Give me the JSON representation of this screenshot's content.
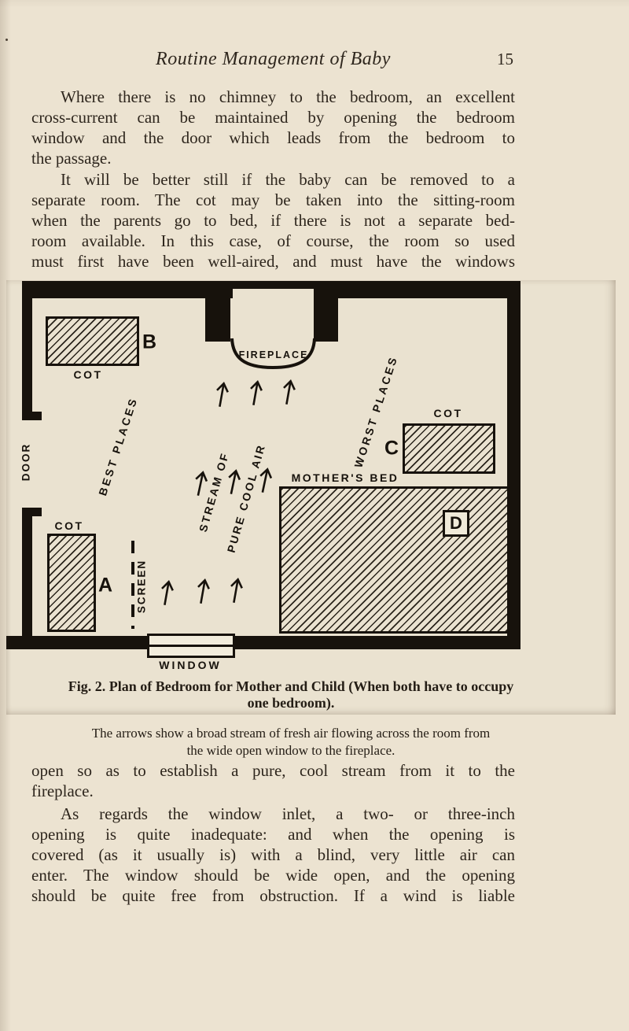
{
  "colors": {
    "page_background": "#ece3d1",
    "body_ink": "#2e261d",
    "figure_ink": "#17120c"
  },
  "header": {
    "title": "Routine Management of Baby",
    "page_number": "15"
  },
  "paragraphs": {
    "p1": [
      "Where there is no chimney to the bedroom, an excellent",
      "cross-current can be maintained by opening the bedroom",
      "window and the door which leads from the bedroom to",
      "the passage."
    ],
    "p2": [
      "It will be better still if the baby can be removed to a",
      "separate room. The cot may be taken into the sitting-room",
      "when the parents go to bed, if there is not a separate bed-",
      "room available. In this case, of course, the room so used",
      "must first have been well-aired, and must have the windows"
    ],
    "p3": [
      "open so as to establish a pure, cool stream from it to the",
      "fireplace."
    ],
    "p4": [
      "As regards the window inlet, a two- or three-inch",
      "opening is quite inadequate: and when the opening is",
      "covered (as it usually is) with a blind, very little air can",
      "enter. The window should be wide open, and the opening",
      "should be quite free from obstruction. If a wind is liable"
    ]
  },
  "figure": {
    "caption": {
      "bold_line1": "Fig. 2.  Plan of Bedroom for Mother and Child  (When both have to occupy",
      "bold_line2": "one bedroom).",
      "note_line1": "The arrows show a broad stream of fresh air flowing across the room from",
      "note_line2": "the wide open window to the fireplace."
    },
    "labels": {
      "fireplace": "FIREPLACE",
      "door": "DOOR",
      "window": "WINDOW",
      "screen": "SCREEN",
      "cot_b": "COT",
      "cot_a": "COT",
      "cot_c": "COT",
      "mothers_bed": "MOTHER'S BED",
      "best_places": "BEST PLACES",
      "worst_places": "WORST PLACES",
      "stream_of": "STREAM OF",
      "pure_cool_air": "PURE COOL AIR",
      "letter_a": "A",
      "letter_b": "B",
      "letter_c": "C",
      "letter_d": "D"
    }
  }
}
